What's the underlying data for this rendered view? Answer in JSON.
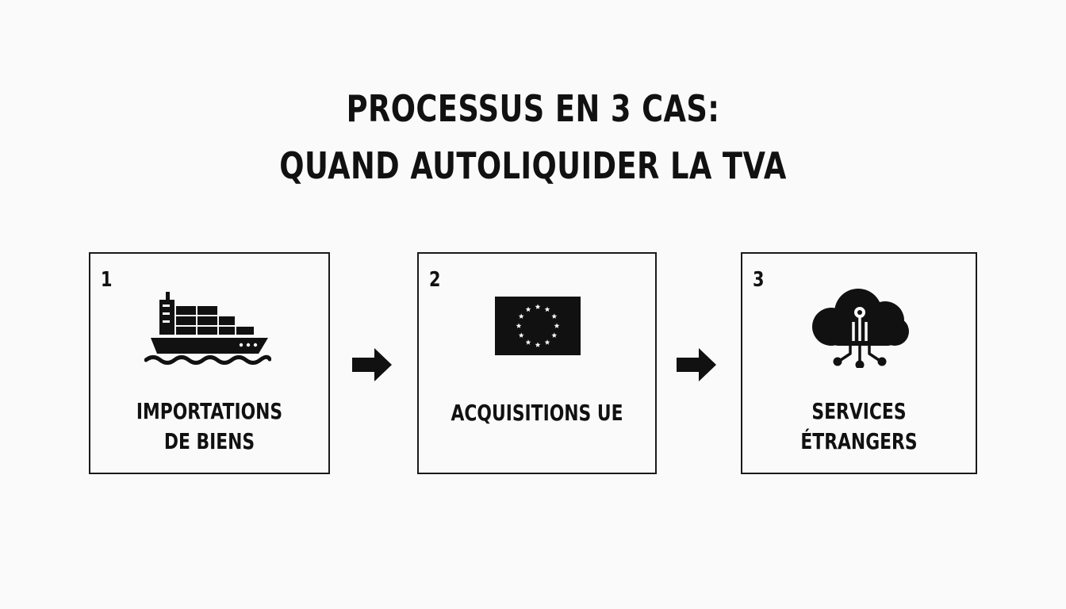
{
  "title": {
    "line1": "PROCESSUS EN 3 CAS:",
    "line2": "QUAND AUTOLIQUIDER LA TVA"
  },
  "steps": [
    {
      "number": "1",
      "icon": "cargo-ship-icon",
      "label_line1": "IMPORTATIONS",
      "label_line2": "DE BIENS"
    },
    {
      "number": "2",
      "icon": "eu-flag-icon",
      "label_line1": "ACQUISITIONS UE",
      "label_line2": ""
    },
    {
      "number": "3",
      "icon": "cloud-network-icon",
      "label_line1": "SERVICES",
      "label_line2": "ÉTRANGERS"
    }
  ],
  "connectors": [
    "arrow-right-icon",
    "arrow-right-icon"
  ],
  "colors": {
    "background": "#fafafa",
    "ink": "#111111"
  }
}
